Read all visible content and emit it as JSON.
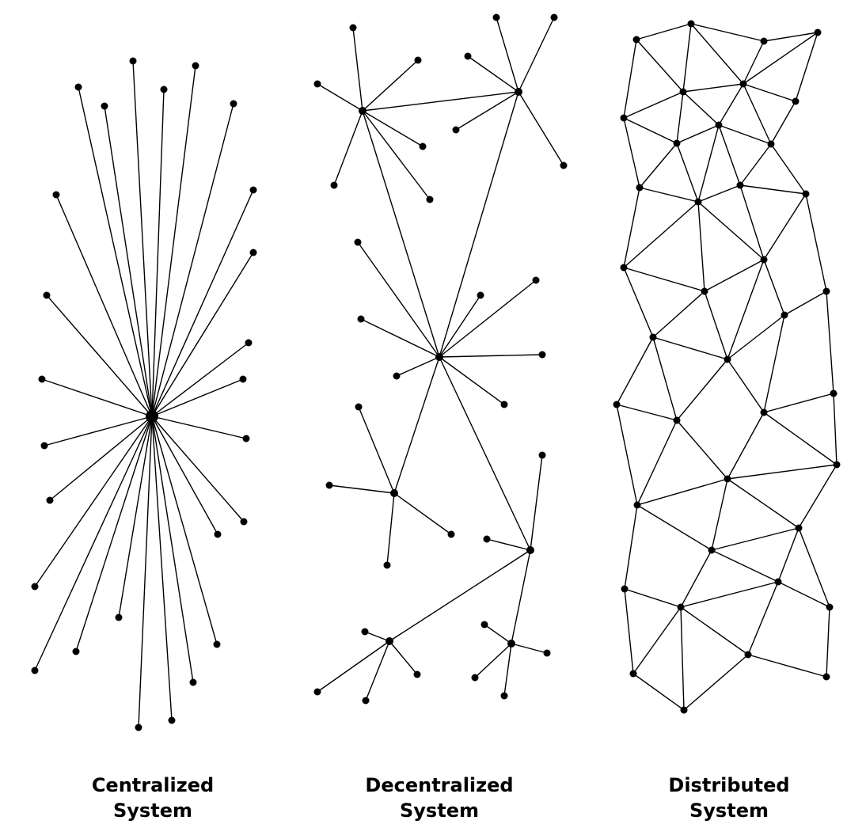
{
  "captions": {
    "centralized": {
      "line1": "Centralized",
      "line2": "System"
    },
    "decentralized": {
      "line1": "Decentralized",
      "line2": "System"
    },
    "distributed": {
      "line1": "Distributed",
      "line2": "System"
    }
  },
  "colors": {
    "ink": "#000000",
    "background": "#ffffff"
  }
}
